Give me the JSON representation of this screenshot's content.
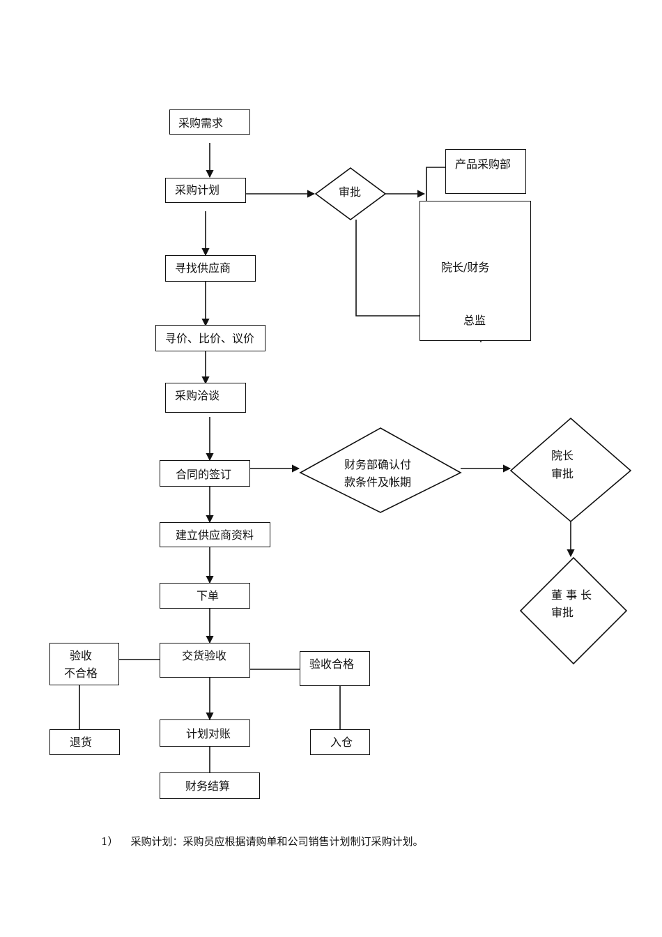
{
  "flow": {
    "demand": "采购需求",
    "plan": "采购计划",
    "find_supplier": "寻找供应商",
    "price": "寻价、比价、议价",
    "negotiate": "采购洽谈",
    "contract": "合同的签订",
    "supplier_info": "建立供应商资料",
    "order": "下单",
    "delivery": "交货验收",
    "reconcile": "计划对账",
    "settlement": "财务结算",
    "fail": [
      "验收",
      "不合格"
    ],
    "return": "退货",
    "pass": "验收合格",
    "warehouse": "入仓"
  },
  "approval": {
    "decision": "审批",
    "product_dept": "产品采购部",
    "director_line1": "院长/财务",
    "director_line2": "总监"
  },
  "contract_approval": {
    "finance": [
      "财务部确认付",
      "款条件及帐期"
    ],
    "president": [
      "院长",
      "审批"
    ],
    "chairman": [
      "董 事 长",
      "审批"
    ]
  },
  "note": {
    "number": "1）",
    "text": "采购计划：采购员应根据请购单和公司销售计划制订采购计划。"
  }
}
